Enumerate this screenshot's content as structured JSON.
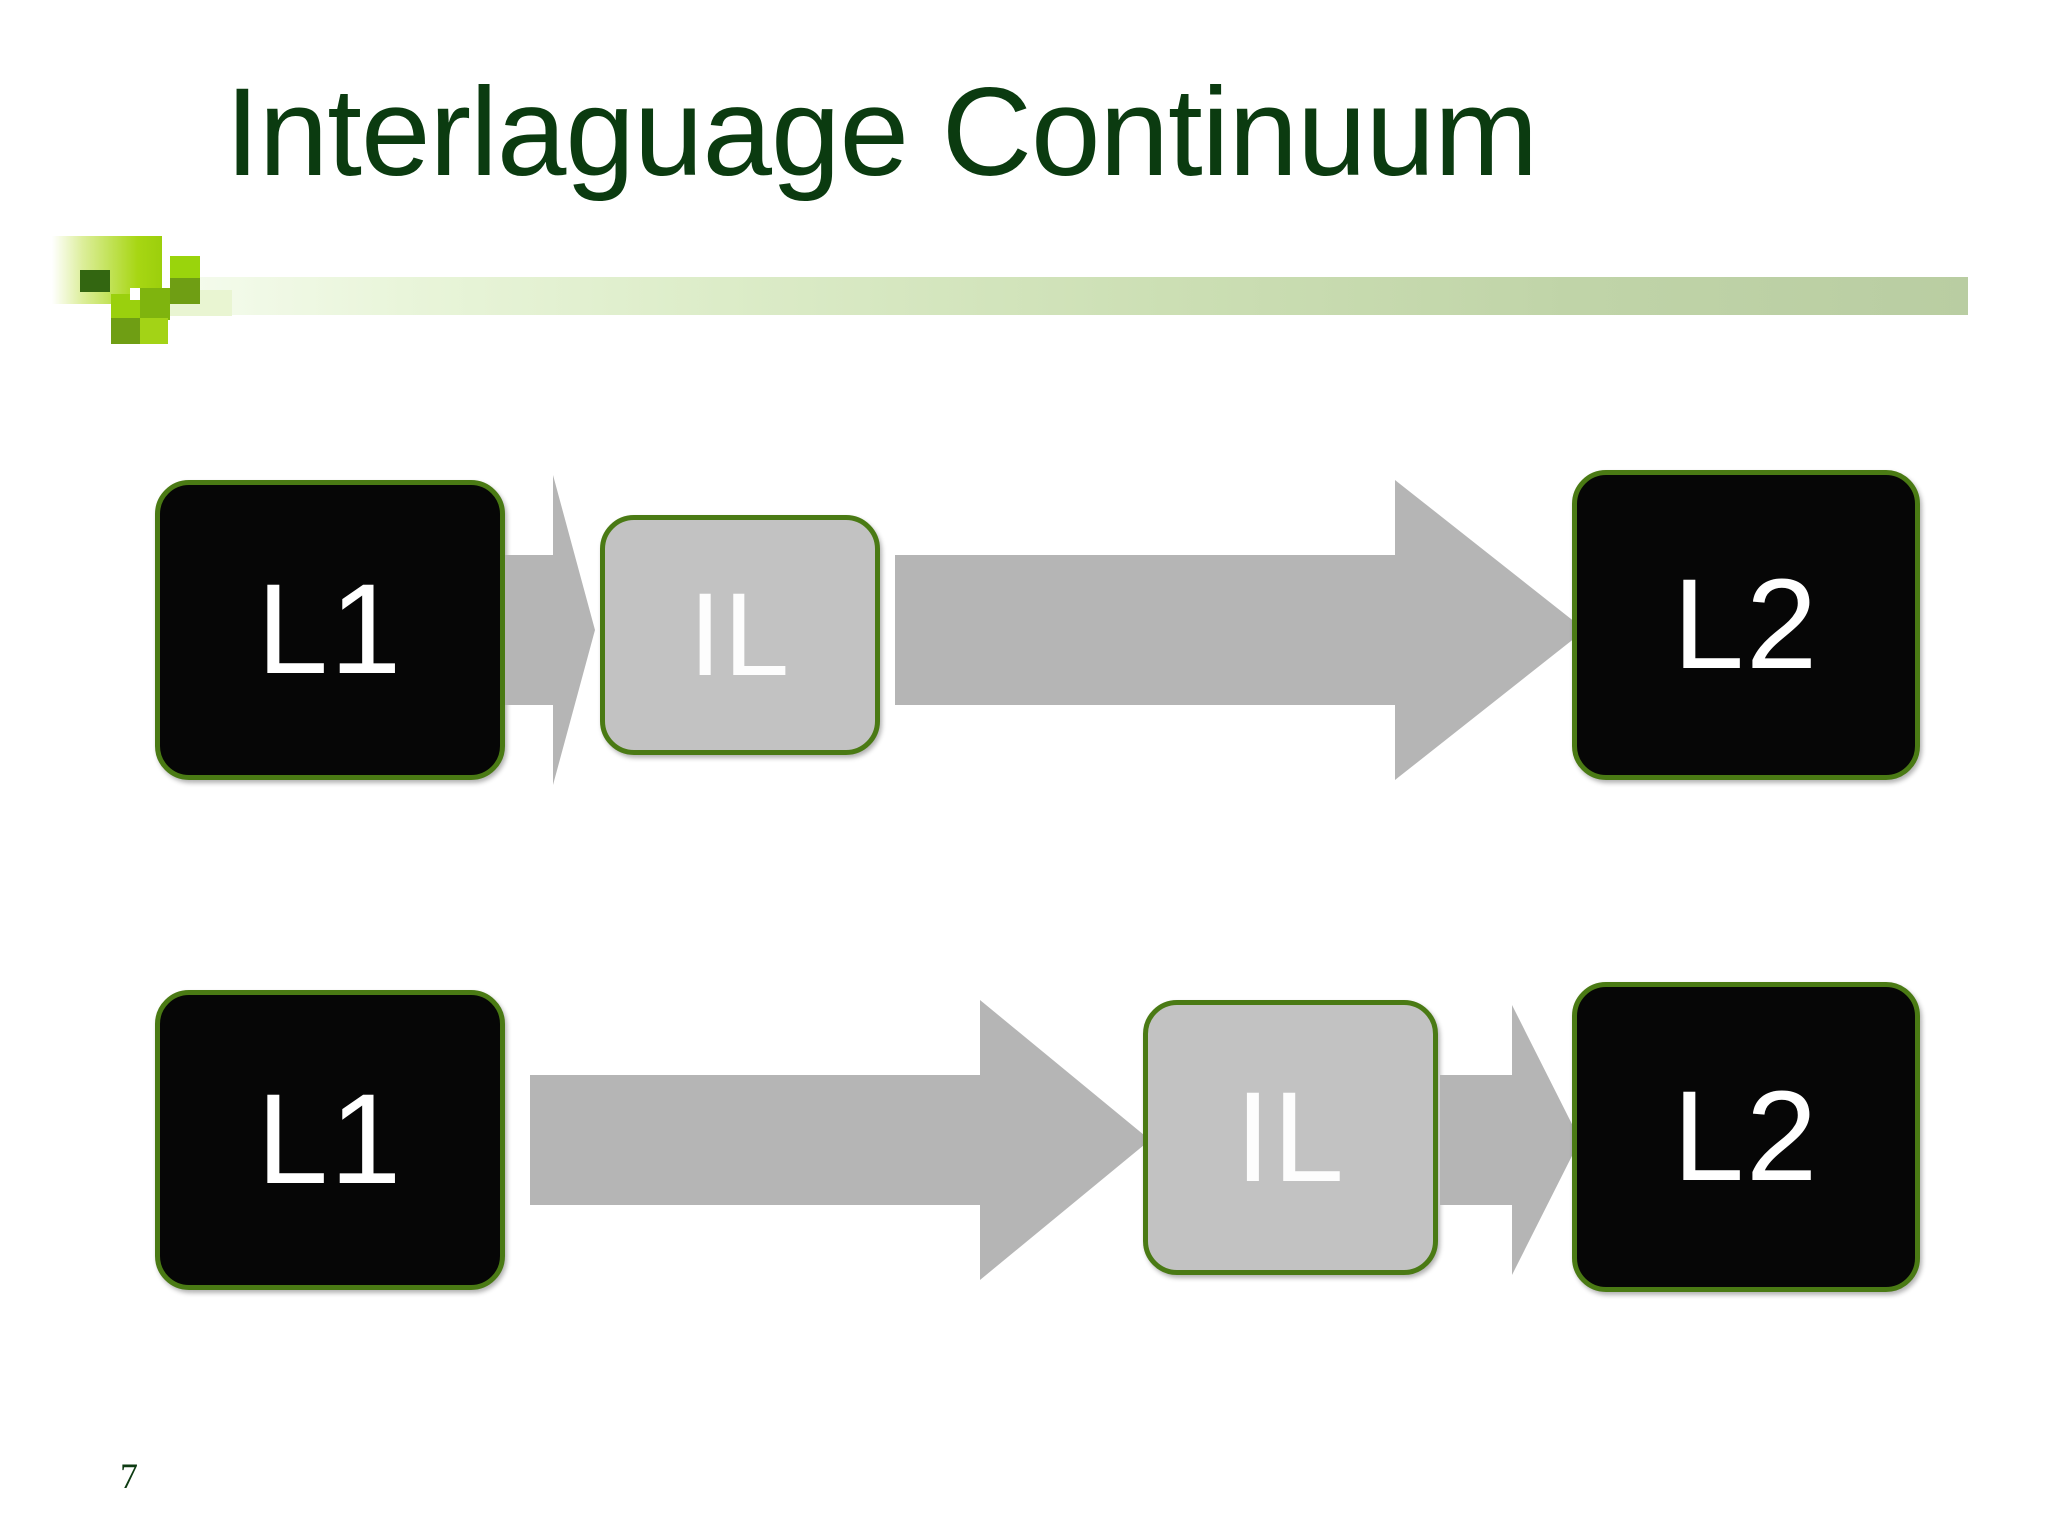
{
  "slide": {
    "title": "Interlaguage Continuum",
    "page_number": "7",
    "colors": {
      "title_green": "#0b3b10",
      "border_green": "#4a7a14",
      "node_dark": "#060606",
      "node_light": "#c2c2c2",
      "arrow_gray": "#b5b5b5",
      "band_light": "#e9f5da",
      "band_dark": "#b9cda2",
      "logo_green": "#9ad40c",
      "logo_dark_green": "#336611"
    }
  },
  "diagram": {
    "rows": [
      {
        "id": "row-1",
        "nodes": [
          {
            "label": "L1",
            "style": "dark"
          },
          {
            "label": "IL",
            "style": "light"
          },
          {
            "label": "L2",
            "style": "dark"
          }
        ],
        "arrows": [
          {
            "from": "L1",
            "to": "IL",
            "size": "narrow"
          },
          {
            "from": "IL",
            "to": "L2",
            "size": "wide"
          }
        ]
      },
      {
        "id": "row-2",
        "nodes": [
          {
            "label": "L1",
            "style": "dark"
          },
          {
            "label": "IL",
            "style": "light"
          },
          {
            "label": "L2",
            "style": "dark"
          }
        ],
        "arrows": [
          {
            "from": "L1",
            "to": "IL",
            "size": "wide"
          },
          {
            "from": "IL",
            "to": "L2",
            "size": "narrow"
          }
        ]
      }
    ]
  }
}
